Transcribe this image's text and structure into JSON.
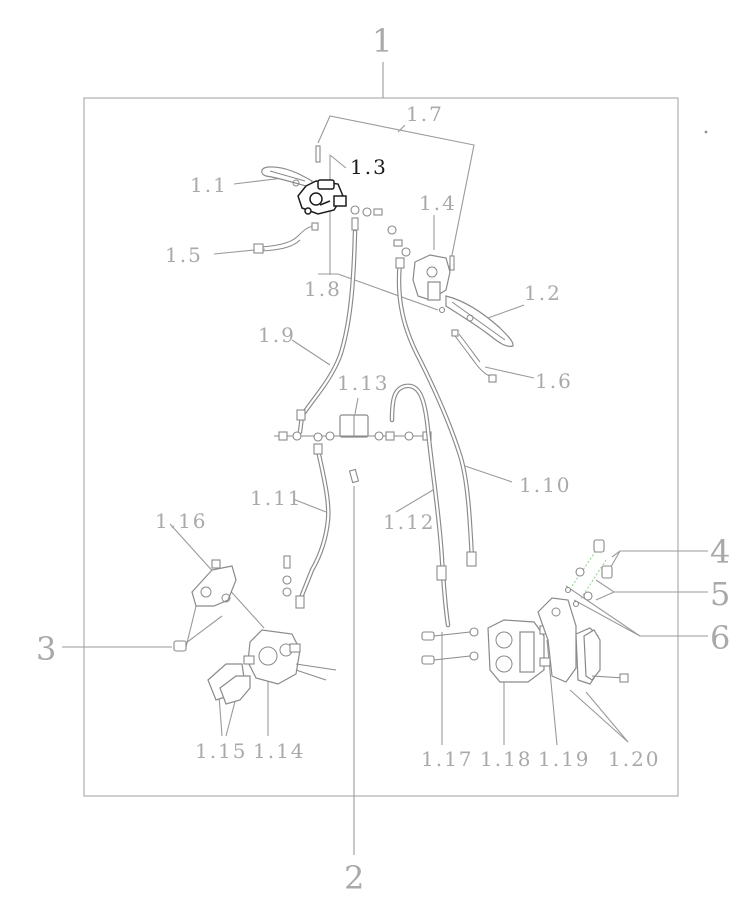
{
  "callouts": {
    "main": [
      "1",
      "2",
      "3",
      "4",
      "5",
      "6"
    ],
    "sub": [
      "1.1",
      "1.2",
      "1.3",
      "1.4",
      "1.5",
      "1.6",
      "1.7",
      "1.8",
      "1.9",
      "1.10",
      "1.11",
      "1.12",
      "1.13",
      "1.14",
      "1.15",
      "1.16",
      "1.17",
      "1.18",
      "1.19",
      "1.20"
    ],
    "highlighted": "1.3"
  },
  "colors": {
    "frame": "#b5b5b5",
    "label": "#a9a9a9",
    "highlight_label": "#1a1a1a",
    "part_stroke": "#8a8a8a",
    "accent_leader": "#8fcf8f"
  }
}
